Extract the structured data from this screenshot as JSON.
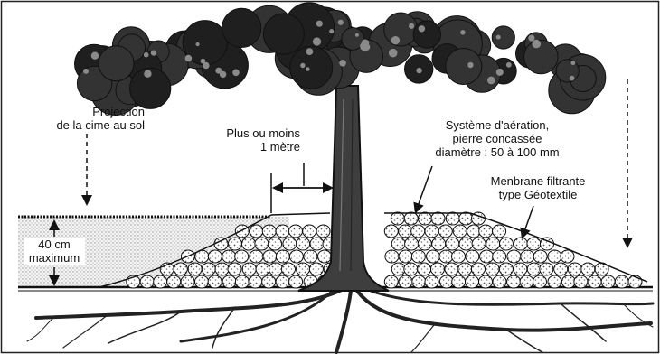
{
  "labels": {
    "projection": [
      "Projection",
      "de la cime au sol"
    ],
    "distance": [
      "Plus ou moins",
      "1 mètre"
    ],
    "aeration": [
      "Système d'aération,",
      "pierre concassée",
      "diamètre : 50 à 100 mm"
    ],
    "membrane": [
      "Menbrane filtrante",
      "type  Géotextile"
    ],
    "depth": [
      "40 cm",
      "maximum"
    ]
  },
  "colors": {
    "ink": "#111111",
    "foliage": "#2b2b2b",
    "trunk": "#3e3e3e",
    "soil_stipple": "#bdbdbd"
  }
}
